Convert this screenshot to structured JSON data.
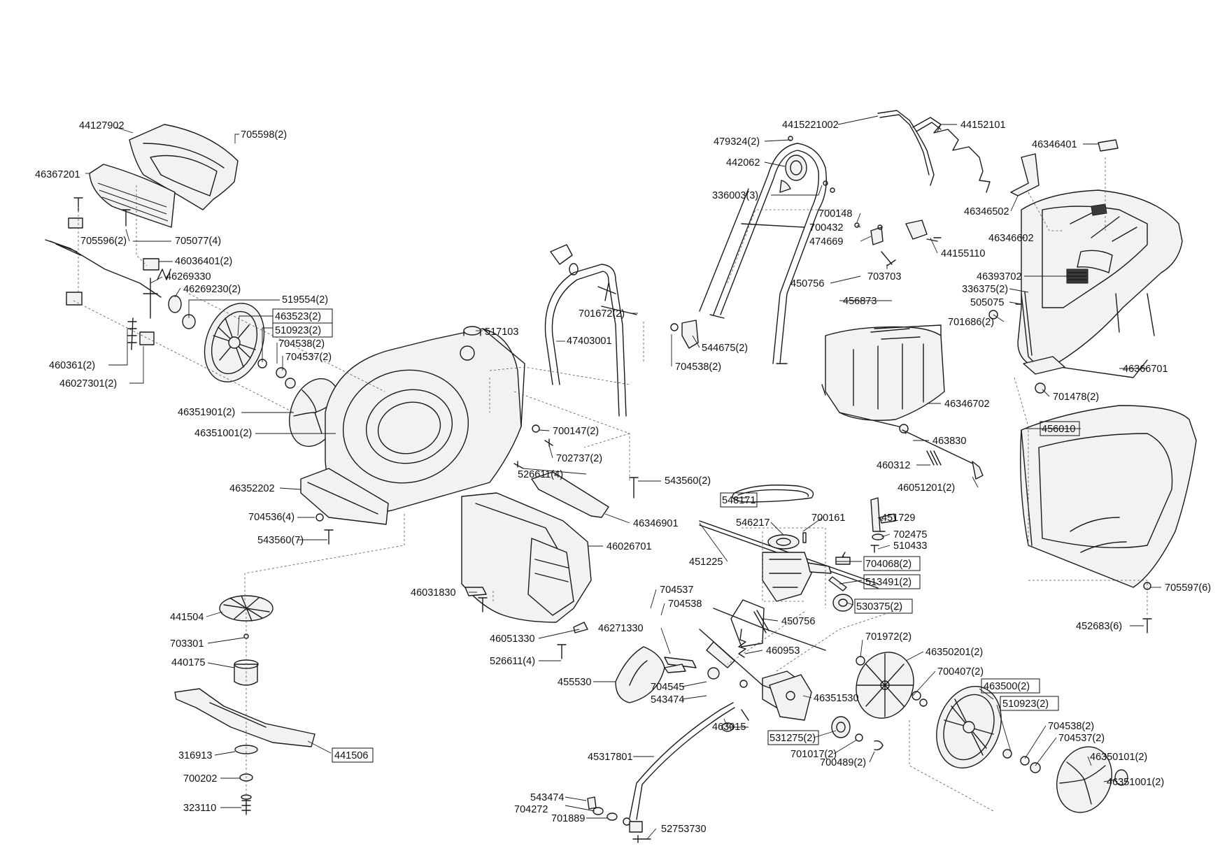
{
  "labels": [
    {
      "id": "44127902",
      "text": "44127902"
    },
    {
      "id": "705598",
      "text": "705598(2)"
    },
    {
      "id": "46367201",
      "text": "46367201"
    },
    {
      "id": "705596",
      "text": "705596(2)"
    },
    {
      "id": "705077",
      "text": "705077(4)"
    },
    {
      "id": "46036401",
      "text": "46036401(2)"
    },
    {
      "id": "46269330",
      "text": "46269330"
    },
    {
      "id": "46269230",
      "text": "46269230(2)"
    },
    {
      "id": "519554",
      "text": "519554(2)"
    },
    {
      "id": "463523",
      "text": "463523(2)"
    },
    {
      "id": "510923a",
      "text": "510923(2)"
    },
    {
      "id": "704538a",
      "text": "704538(2)"
    },
    {
      "id": "704537a",
      "text": "704537(2)"
    },
    {
      "id": "460361",
      "text": "460361(2)"
    },
    {
      "id": "46027301",
      "text": "46027301(2)"
    },
    {
      "id": "46351901",
      "text": "46351901(2)"
    },
    {
      "id": "46351001a",
      "text": "46351001(2)"
    },
    {
      "id": "517103",
      "text": "517103"
    },
    {
      "id": "46352202",
      "text": "46352202"
    },
    {
      "id": "704536",
      "text": "704536(4)"
    },
    {
      "id": "543560a",
      "text": "543560(7)"
    },
    {
      "id": "441504",
      "text": "441504"
    },
    {
      "id": "703301",
      "text": "703301"
    },
    {
      "id": "440175",
      "text": "440175"
    },
    {
      "id": "316913",
      "text": "316913"
    },
    {
      "id": "441506",
      "text": "441506"
    },
    {
      "id": "700202",
      "text": "700202"
    },
    {
      "id": "323110",
      "text": "323110"
    },
    {
      "id": "47403001",
      "text": "47403001"
    },
    {
      "id": "701672",
      "text": "701672(2)"
    },
    {
      "id": "544675",
      "text": "544675(2)"
    },
    {
      "id": "704538b",
      "text": "704538(2)"
    },
    {
      "id": "700147",
      "text": "700147(2)"
    },
    {
      "id": "702737",
      "text": "702737(2)"
    },
    {
      "id": "526611a",
      "text": "526611(4)"
    },
    {
      "id": "543560b",
      "text": "543560(2)"
    },
    {
      "id": "46346901",
      "text": "46346901"
    },
    {
      "id": "46026701",
      "text": "46026701"
    },
    {
      "id": "46031830",
      "text": "46031830"
    },
    {
      "id": "46051330",
      "text": "46051330"
    },
    {
      "id": "526611b",
      "text": "526611(4)"
    },
    {
      "id": "704537b",
      "text": "704537"
    },
    {
      "id": "704538c",
      "text": "704538"
    },
    {
      "id": "46271330",
      "text": "46271330"
    },
    {
      "id": "455530",
      "text": "455530"
    },
    {
      "id": "704545",
      "text": "704545"
    },
    {
      "id": "543474a",
      "text": "543474"
    },
    {
      "id": "463015",
      "text": "463015"
    },
    {
      "id": "45317801",
      "text": "45317801"
    },
    {
      "id": "543474b",
      "text": "543474"
    },
    {
      "id": "704272",
      "text": "704272"
    },
    {
      "id": "701889",
      "text": "701889"
    },
    {
      "id": "52753730",
      "text": "52753730"
    },
    {
      "id": "4415221002",
      "text": "4415221002"
    },
    {
      "id": "44152101",
      "text": "44152101"
    },
    {
      "id": "479324",
      "text": "479324(2)"
    },
    {
      "id": "442062",
      "text": "442062"
    },
    {
      "id": "336003",
      "text": "336003(3)"
    },
    {
      "id": "700148",
      "text": "700148"
    },
    {
      "id": "700432",
      "text": "700432"
    },
    {
      "id": "474669",
      "text": "474669"
    },
    {
      "id": "44155110",
      "text": "44155110"
    },
    {
      "id": "703703",
      "text": "703703"
    },
    {
      "id": "450756a",
      "text": "450756"
    },
    {
      "id": "456873",
      "text": "456873"
    },
    {
      "id": "46346702",
      "text": "46346702"
    },
    {
      "id": "463830",
      "text": "463830"
    },
    {
      "id": "460312",
      "text": "460312"
    },
    {
      "id": "46051201",
      "text": "46051201(2)"
    },
    {
      "id": "548171",
      "text": "548171"
    },
    {
      "id": "546217",
      "text": "546217"
    },
    {
      "id": "700161",
      "text": "700161"
    },
    {
      "id": "451729",
      "text": "451729"
    },
    {
      "id": "702475",
      "text": "702475"
    },
    {
      "id": "510433",
      "text": "510433"
    },
    {
      "id": "451225",
      "text": "451225"
    },
    {
      "id": "704068",
      "text": "704068(2)"
    },
    {
      "id": "513491",
      "text": "513491(2)"
    },
    {
      "id": "530375",
      "text": "530375(2)"
    },
    {
      "id": "450756b",
      "text": "450756"
    },
    {
      "id": "460953",
      "text": "460953"
    },
    {
      "id": "701972",
      "text": "701972(2)"
    },
    {
      "id": "46350201",
      "text": "46350201(2)"
    },
    {
      "id": "700407",
      "text": "700407(2)"
    },
    {
      "id": "463500",
      "text": "463500(2)"
    },
    {
      "id": "46351530",
      "text": "46351530"
    },
    {
      "id": "510923b",
      "text": "510923(2)"
    },
    {
      "id": "531275",
      "text": "531275(2)"
    },
    {
      "id": "701017",
      "text": "701017(2)"
    },
    {
      "id": "700489",
      "text": "700489(2)"
    },
    {
      "id": "704538d",
      "text": "704538(2)"
    },
    {
      "id": "704537c",
      "text": "704537(2)"
    },
    {
      "id": "46350101",
      "text": "46350101(2)"
    },
    {
      "id": "46351001b",
      "text": "46351001(2)"
    },
    {
      "id": "46346401",
      "text": "46346401"
    },
    {
      "id": "46346502",
      "text": "46346502"
    },
    {
      "id": "46346602",
      "text": "46346602"
    },
    {
      "id": "46393702",
      "text": "46393702"
    },
    {
      "id": "336375",
      "text": "336375(2)"
    },
    {
      "id": "505075",
      "text": "505075"
    },
    {
      "id": "701686",
      "text": "701686(2)"
    },
    {
      "id": "46366701",
      "text": "46366701"
    },
    {
      "id": "701478",
      "text": "701478(2)"
    },
    {
      "id": "456010",
      "text": "456010"
    },
    {
      "id": "705597",
      "text": "705597(6)"
    },
    {
      "id": "452683",
      "text": "452683(6)"
    }
  ]
}
